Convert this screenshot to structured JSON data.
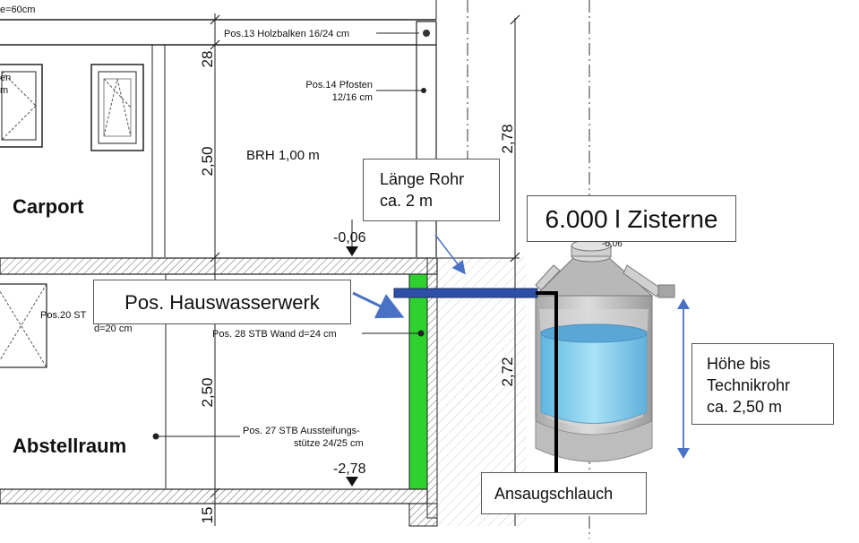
{
  "labels": {
    "top_partial": "e=60cm",
    "pos13": "Pos.13 Holzbalken 16/24 cm",
    "pos14_line1": "Pos.14 Pfosten",
    "pos14_line2": "12/16 cm",
    "brh": "BRH 1,00 m",
    "carport": "Carport",
    "window_partial_1": "en",
    "window_partial_2": "m",
    "level_upper": "-0,06",
    "level_tank": "-0,06",
    "pos20": "Pos.20 ST",
    "pos20_d": "d=20 cm",
    "pos28": "Pos. 28 STB Wand d=24 cm",
    "pos27_line1": "Pos. 27 STB Aussteifungs-",
    "pos27_line2": "stütze 24/25 cm",
    "abstellraum": "Abstellraum",
    "level_lower": "-2,78"
  },
  "dimensions": {
    "d28": "28",
    "d250_upper": "2,50",
    "d278": "2,78",
    "d272": "2,72",
    "d250_lower": "2,50",
    "d15": "15"
  },
  "callouts": {
    "laenge_line1": "Länge Rohr",
    "laenge_line2": "ca. 2 m",
    "zisterne": "6.000 l Zisterne",
    "hauswasserwerk": "Pos. Hauswasserwerk",
    "hoehe_line1": "Höhe bis",
    "hoehe_line2": "Technikrohr",
    "hoehe_line3": "ca. 2,50 m",
    "ansaug": "Ansaugschlauch"
  },
  "colors": {
    "wall_green": "#2fd12f",
    "pipe_blue": "#2e4fa8",
    "arrow_blue": "#4a72c4",
    "water": "#7fd0f0",
    "tank_gray": "#c8c8c8"
  }
}
